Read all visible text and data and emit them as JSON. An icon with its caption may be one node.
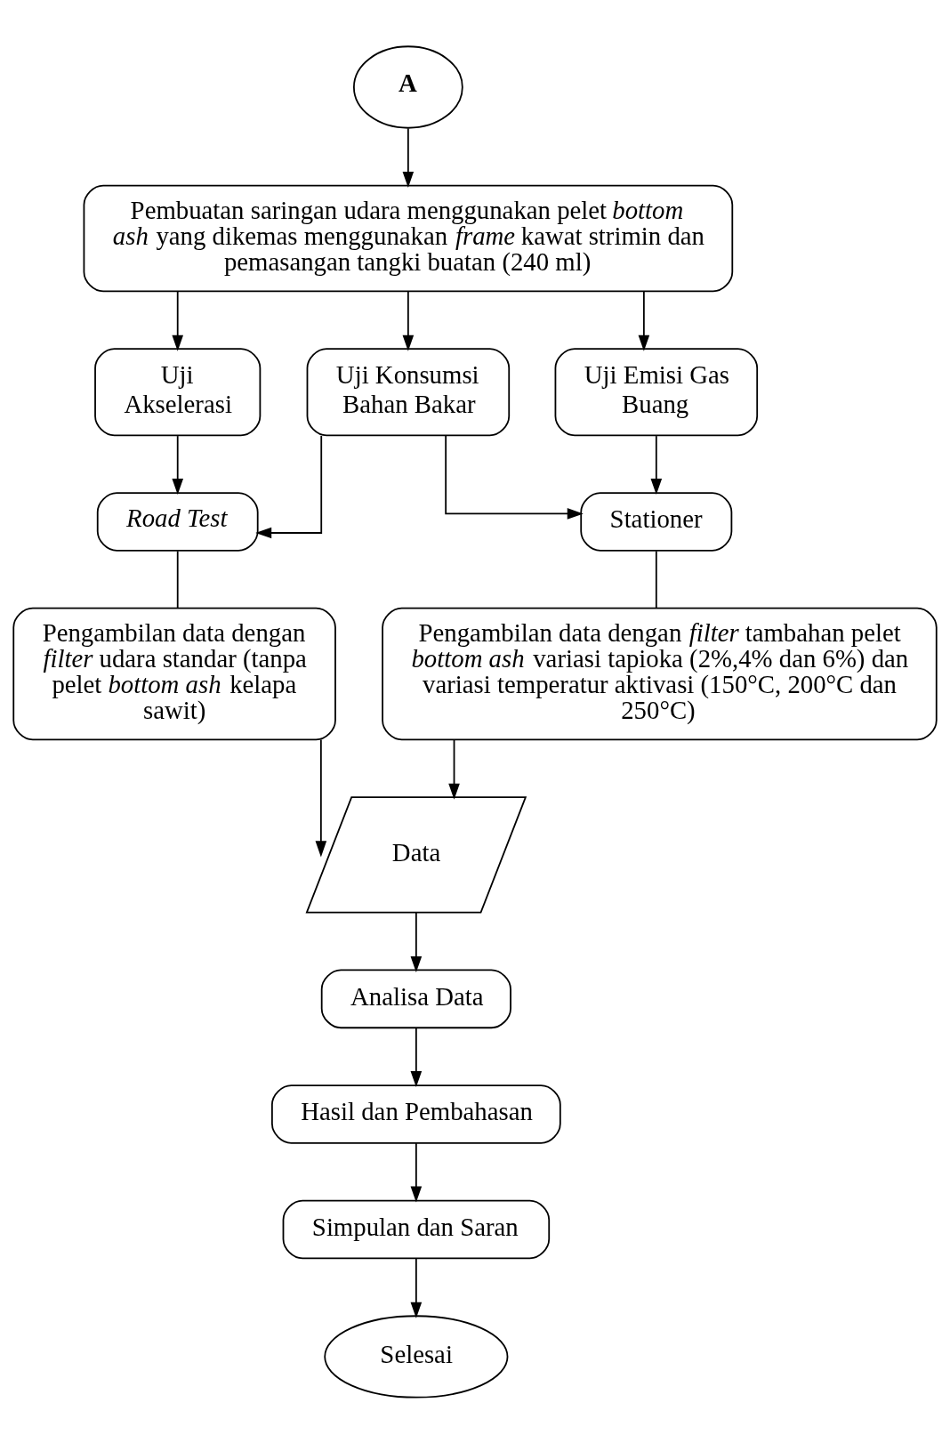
{
  "diagram": {
    "nodes": [
      {
        "text": [
          "A"
        ]
      },
      {
        "text": [
          "Pembuatan saringan udara menggunakan pelet *bottom ash* yang dikemas menggunakan *frame* kawat strimin dan pemasangan tangki buatan (240 ml)"
        ]
      },
      {
        "text": [
          "Uji Akselerasi"
        ]
      },
      {
        "text": [
          "Uji Konsumsi Bahan Bakar"
        ]
      },
      {
        "text": [
          "Uji Emisi Gas Buang"
        ]
      },
      {
        "text": [
          "Road Test"
        ]
      },
      {
        "text": [
          "Stationer"
        ]
      },
      {
        "text": [
          "Pengambilan data dengan *filter* udara standar (tanpa pelet *bottom ash* kelapa sawit)"
        ]
      },
      {
        "text": [
          "Pengambilan data dengan *filter* tambahan pelet *bottom ash* variasi tapioka (2%,4% dan 6%) dan variasi temperatur aktivasi (150°C, 200°C dan 250°C)"
        ]
      },
      {
        "text": [
          "Data"
        ]
      },
      {
        "text": [
          "Analisa Data"
        ]
      },
      {
        "text": [
          "Hasil dan Pembahasan"
        ]
      },
      {
        "text": [
          "Simpulan dan Saran"
        ]
      },
      {
        "text": [
          "Selesai"
        ]
      }
    ],
    "edges": [
      {
        "from": 0,
        "to": 1,
        "arrow": "to"
      },
      {
        "from": 1,
        "to": 2,
        "arrow": "to"
      },
      {
        "from": 1,
        "to": 3,
        "arrow": "to"
      },
      {
        "from": 1,
        "to": 4,
        "arrow": "to"
      },
      {
        "from": 2,
        "to": 5,
        "arrow": "to"
      },
      {
        "from": 3,
        "to": 5,
        "arrow": "to"
      },
      {
        "from": 3,
        "to": 6,
        "arrow": "to"
      },
      {
        "from": 4,
        "to": 6,
        "arrow": "to"
      },
      {
        "from": 5,
        "to": 7,
        "arrow": "none"
      },
      {
        "from": 6,
        "to": 8,
        "arrow": "none"
      },
      {
        "from": 7,
        "to": 9,
        "arrow": "to"
      },
      {
        "from": 8,
        "to": 9,
        "arrow": "to"
      },
      {
        "from": 9,
        "to": 10,
        "arrow": "to"
      },
      {
        "from": 10,
        "to": 11,
        "arrow": "to"
      },
      {
        "from": 11,
        "to": 12,
        "arrow": "to"
      },
      {
        "from": 12,
        "to": 13,
        "arrow": "to"
      }
    ]
  }
}
